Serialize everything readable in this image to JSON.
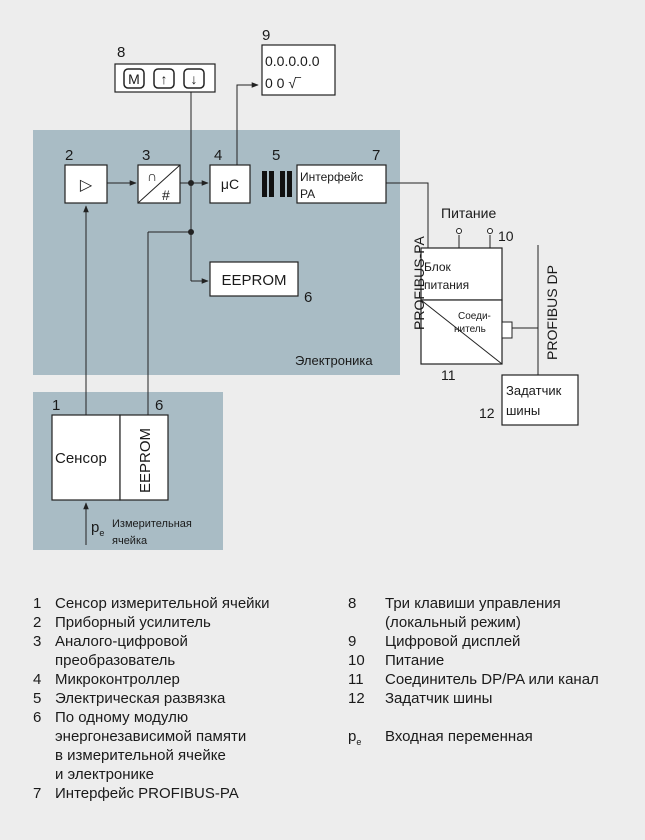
{
  "diagram": {
    "electronics_label": "Электроника",
    "amplifier_symbol": "▷",
    "adc_symbol_top": "∩",
    "adc_symbol_bottom": "#",
    "microcontroller": "μC",
    "interface_line1": "Интерфейс",
    "interface_line2": "PA",
    "eeprom": "EEPROM",
    "display_line1": "0.0.0.0.0",
    "display_line2": "0 0 √‾",
    "power_title": "Питание",
    "power_supply_line1": "Блок",
    "power_supply_line2": "питания",
    "coupler_line1": "Соеди-",
    "coupler_line2": "нитель",
    "bus_master_line1": "Задатчик",
    "bus_master_line2": "шины",
    "sensor": "Сенсор",
    "cell_eeprom": "EEPROM",
    "pe_symbol": "p",
    "pe_sub": "e",
    "cell_label_line1": "Измерительная",
    "cell_label_line2": "ячейка",
    "profibus_pa": "PROFIBUS-PA",
    "profibus_dp": "PROFIBUS DP",
    "keys": [
      "M",
      "↑",
      "↓"
    ],
    "numbers": {
      "n1": "1",
      "n2": "2",
      "n3": "3",
      "n4": "4",
      "n5": "5",
      "n6": "6",
      "n6b": "6",
      "n7": "7",
      "n8": "8",
      "n9": "9",
      "n10": "10",
      "n11": "11",
      "n12": "12"
    }
  },
  "legend_left": [
    {
      "num": "1",
      "text": "Сенсор измерительной ячейки"
    },
    {
      "num": "2",
      "text": "Приборный усилитель"
    },
    {
      "num": "3",
      "text": "Аналого-цифровой"
    },
    {
      "num": "",
      "text": "преобразователь"
    },
    {
      "num": "4",
      "text": "Микроконтроллер"
    },
    {
      "num": "5",
      "text": "Электрическая развязка"
    },
    {
      "num": "6",
      "text": "По одному модулю"
    },
    {
      "num": "",
      "text": "энергонезависимой памяти"
    },
    {
      "num": "",
      "text": "в измерительной ячейке"
    },
    {
      "num": "",
      "text": "и электронике"
    },
    {
      "num": "7",
      "text": "Интерфейс PROFIBUS-PA"
    }
  ],
  "legend_right": [
    {
      "num": "8",
      "text": "Три клавиши управления"
    },
    {
      "num": "",
      "text": "(локальный режим)"
    },
    {
      "num": "9",
      "text": "Цифровой дисплей"
    },
    {
      "num": "10",
      "text": "Питание"
    },
    {
      "num": "11",
      "text": "Соединитель DP/PA или канал"
    },
    {
      "num": "12",
      "text": "Задатчик шины"
    }
  ],
  "legend_pe": {
    "symbol": "p",
    "sub": "e",
    "text": "Входная переменная"
  },
  "colors": {
    "panel": "#a9bcc5",
    "background": "#ededed",
    "box": "#ffffff",
    "line": "#222222"
  }
}
